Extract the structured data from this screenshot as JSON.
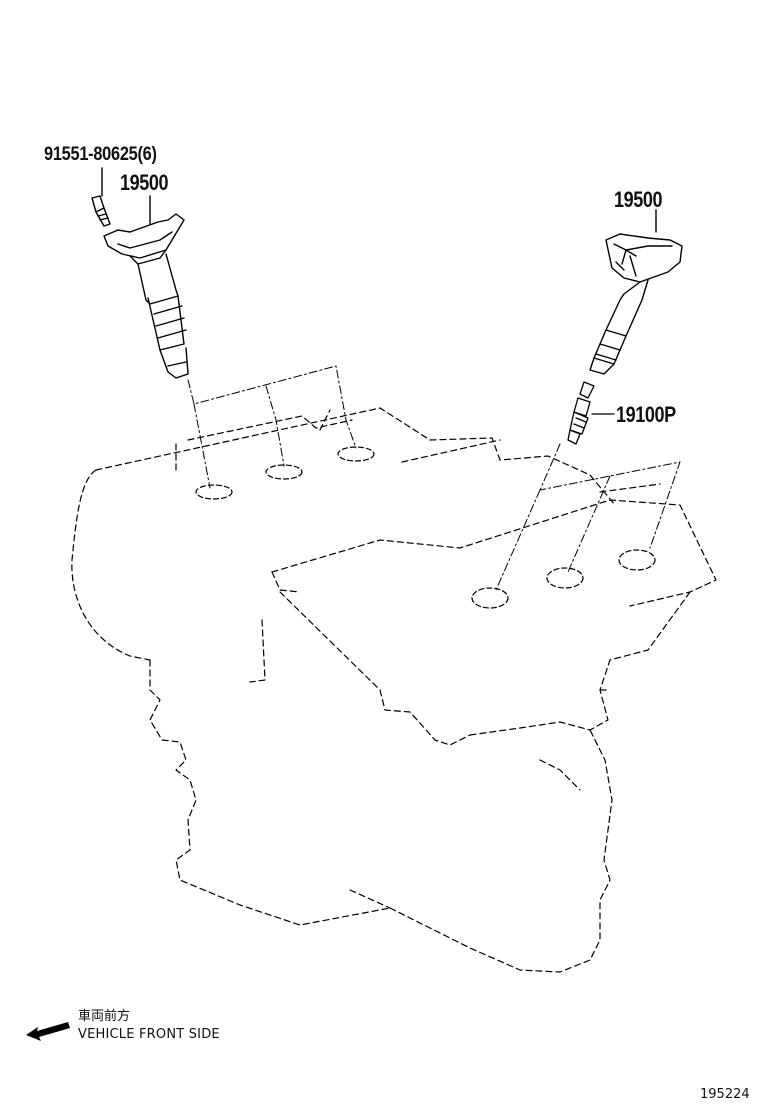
{
  "labels": {
    "bolt": "91551-80625(6)",
    "coil_left": "19500",
    "coil_right": "19500",
    "spark_plug": "19100P"
  },
  "legend": {
    "japanese": "車両前方",
    "english": "VEHICLE FRONT SIDE",
    "arrow_icon": "arrow-left-icon"
  },
  "figure_id": "195224",
  "colors": {
    "line": "#000000",
    "background": "#ffffff"
  }
}
